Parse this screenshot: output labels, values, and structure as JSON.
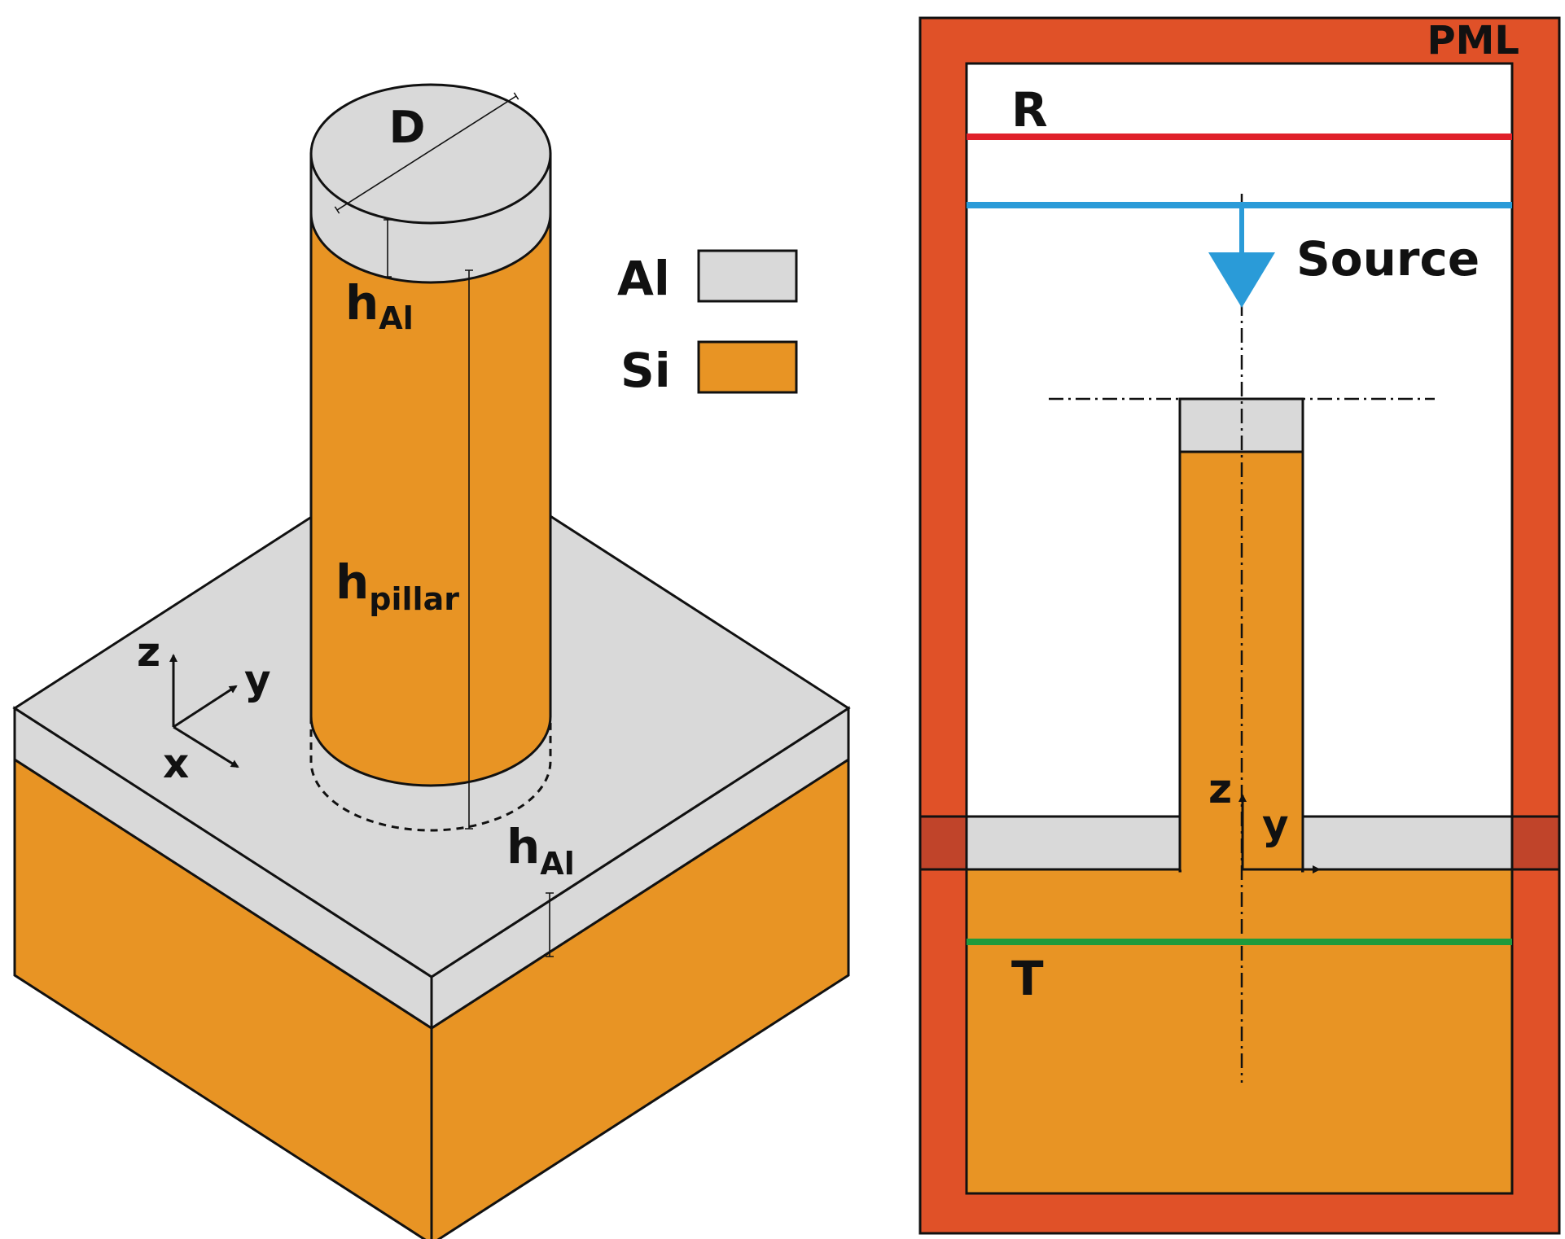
{
  "colors": {
    "al": "#d9d9d9",
    "si": "#e89424",
    "pml": "#e05128",
    "reflection_line": "#e0202a",
    "source_line": "#2a9bd8",
    "transmission_line": "#1f9a3c",
    "outline": "#111111"
  },
  "left_view": {
    "diameter_label": "D",
    "top_al": {
      "base": "h",
      "sub": "Al"
    },
    "pillar_height": {
      "base": "h",
      "sub": "pillar"
    },
    "bottom_al": {
      "base": "h",
      "sub": "Al"
    },
    "axes": {
      "z": "z",
      "y": "y",
      "x": "x"
    }
  },
  "legend": {
    "items": [
      {
        "label": "Al",
        "material": "al"
      },
      {
        "label": "Si",
        "material": "si"
      }
    ]
  },
  "right_view": {
    "pml_label": "PML",
    "reflection_label": "R",
    "source_label": "Source",
    "transmission_label": "T",
    "axes": {
      "z": "z",
      "y": "y"
    }
  }
}
